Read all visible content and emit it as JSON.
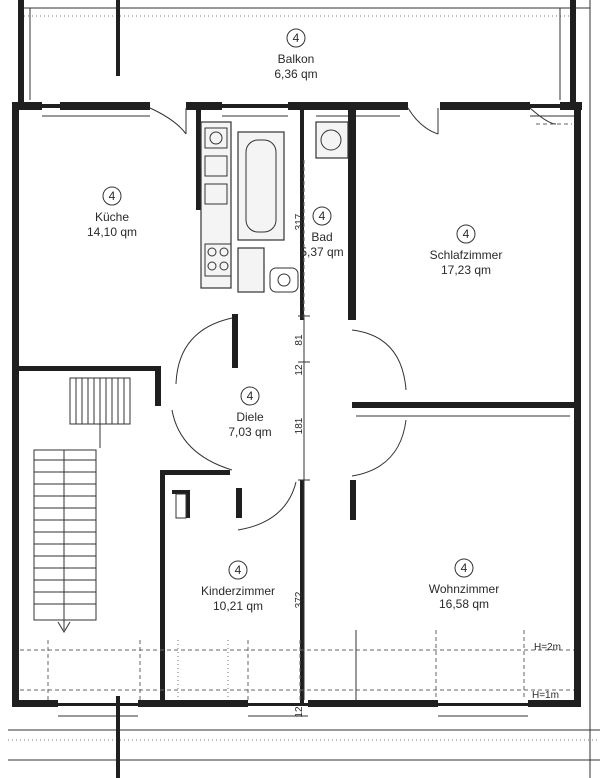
{
  "rooms": [
    {
      "key": "balkon",
      "number": "4",
      "name": "Balkon",
      "area": "6,36 qm"
    },
    {
      "key": "kueche",
      "number": "4",
      "name": "Küche",
      "area": "14,10 qm"
    },
    {
      "key": "bad",
      "number": "4",
      "name": "Bad",
      "area": "5,37 qm"
    },
    {
      "key": "schlafzimmer",
      "number": "4",
      "name": "Schlafzimmer",
      "area": "17,23 qm"
    },
    {
      "key": "diele",
      "number": "4",
      "name": "Diele",
      "area": "7,03 qm"
    },
    {
      "key": "kinderzimmer",
      "number": "4",
      "name": "Kinderzimmer",
      "area": "10,21 qm"
    },
    {
      "key": "wohnzimmer",
      "number": "4",
      "name": "Wohnzimmer",
      "area": "16,58 qm"
    }
  ],
  "dimensions": [
    "317",
    "81",
    "12",
    "181",
    "372",
    "12"
  ],
  "height_marks": [
    "H=2m",
    "H=1m"
  ]
}
